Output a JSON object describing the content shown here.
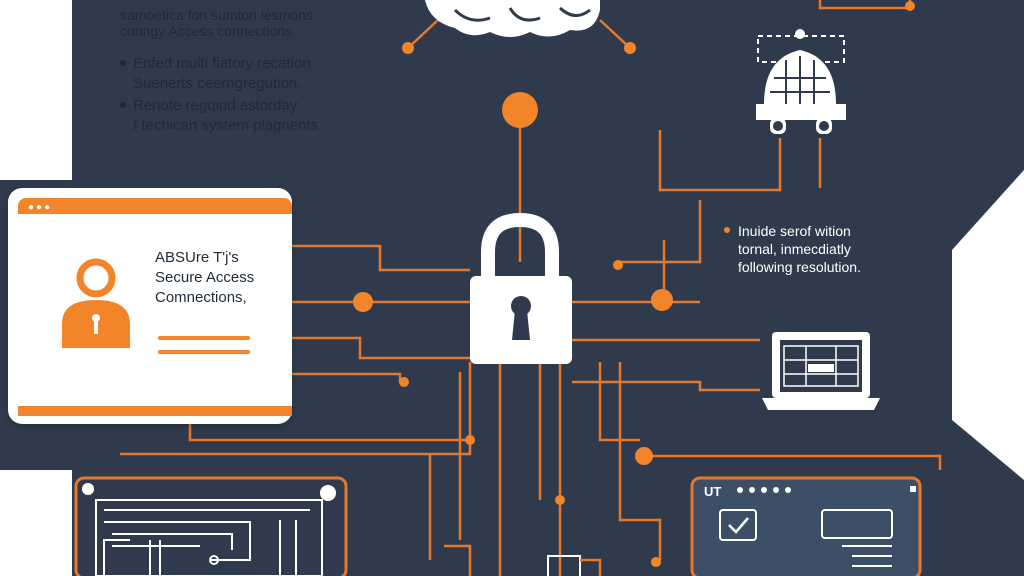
{
  "top_note": {
    "line1": "samoetica fon sumton lesmons",
    "line2": "conngy Access connections."
  },
  "bullets": [
    {
      "line1": "Enfed multi fiatory recation",
      "line2": "Suenerts ceerngregution."
    },
    {
      "line1": "Renote regqirid astorday",
      "line2": "/ techican system plagnents."
    }
  ],
  "right_note": {
    "line1": "Inuide serof wition",
    "line2": "tornal, inmecdiatly",
    "line3": "following resolution."
  },
  "access_card": {
    "title_line1": "ABSUre T'j's",
    "title_line2": "Secure Access",
    "title_line3": "Comnections,"
  },
  "device_panel": {
    "label": "UT"
  },
  "colors": {
    "background": "#2f3b4c",
    "accent": "#f2842a",
    "line": "#e5782a",
    "white": "#ffffff"
  },
  "icons": [
    "brain-icon",
    "robot-icon",
    "padlock-icon",
    "user-lock-icon",
    "laptop-icon",
    "circuit-board-icon",
    "checkbox-icon",
    "document-icon"
  ]
}
